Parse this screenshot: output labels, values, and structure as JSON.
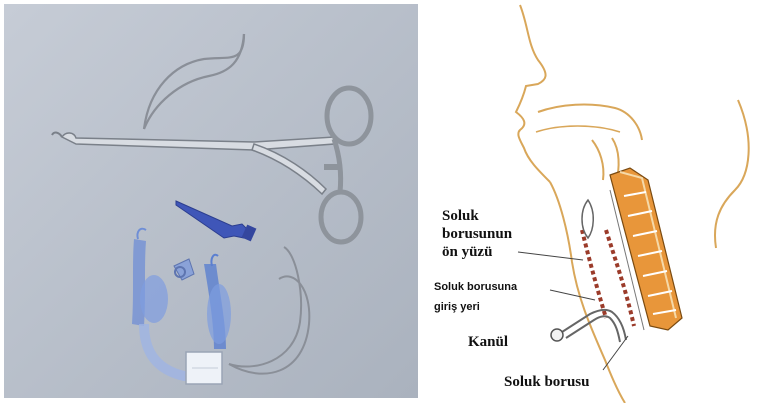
{
  "photo": {
    "items": [
      "tracheal-hook",
      "curved-forceps",
      "dilator",
      "cannula-set",
      "guide-wire"
    ]
  },
  "diagram": {
    "labels": {
      "front_wall_line1": "Soluk",
      "front_wall_line2": "borusunun",
      "front_wall_line3": "ön yüzü",
      "entry_line1": "Soluk borusuna",
      "entry_line2": "giriş yeri",
      "cannula": "Kanül",
      "trachea": "Soluk borusu"
    },
    "colors": {
      "outline": "#d9a75a",
      "vertebra": "#e8963a",
      "trachea_wall": "#9b3b2a",
      "background": "#ffffff"
    }
  }
}
